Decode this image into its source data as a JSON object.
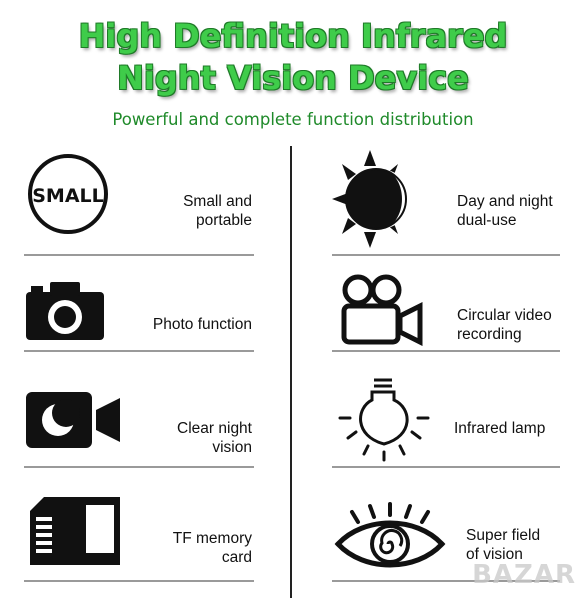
{
  "header": {
    "title_line1": "High Definition Infrared",
    "title_line2": "Night Vision Device",
    "subtitle": "Powerful and complete function distribution"
  },
  "features": {
    "small_portable": {
      "line1": "Small and",
      "line2": "portable",
      "icon_text": "SMALL"
    },
    "day_night": {
      "line1": "Day and night",
      "line2": "dual-use"
    },
    "photo": {
      "line1": "Photo function"
    },
    "video": {
      "line1": "Circular video",
      "line2": "recording"
    },
    "night_vision": {
      "line1": "Clear night",
      "line2": "vision"
    },
    "infrared_lamp": {
      "line1": "Infrared lamp"
    },
    "tf_card": {
      "line1": "TF memory",
      "line2": "card"
    },
    "field_of_view": {
      "line1": "Super field",
      "line2": "of vision"
    }
  },
  "watermark": "BAZAR",
  "colors": {
    "title_green": "#3fcc4a",
    "subtitle_green": "#1f8a2a",
    "divider": "#9a9a9a"
  }
}
